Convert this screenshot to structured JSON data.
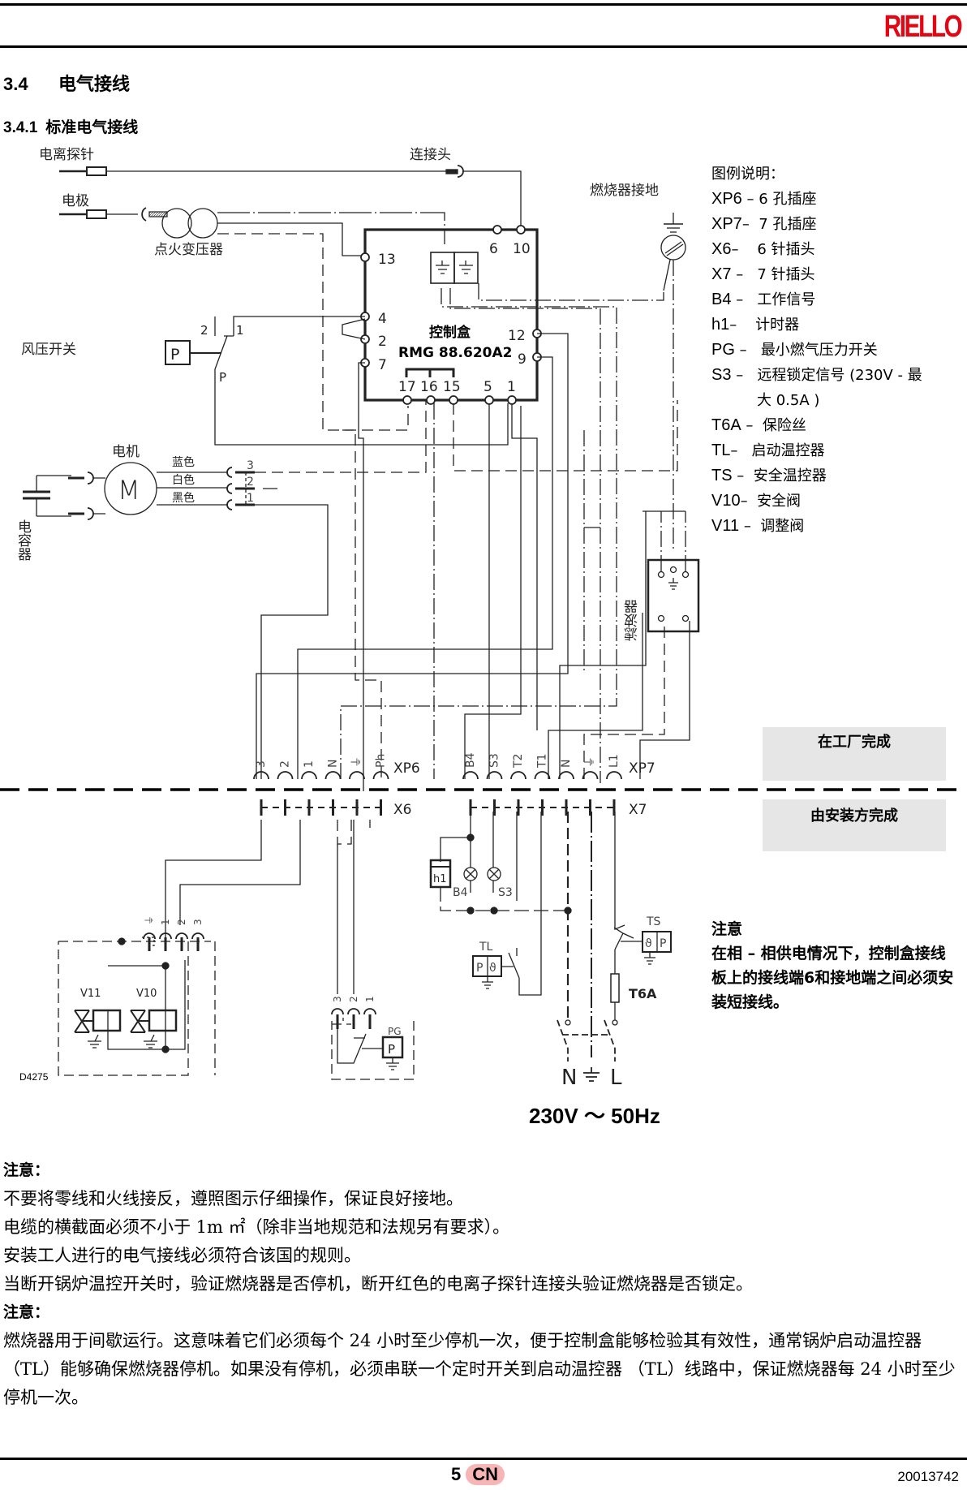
{
  "header": {
    "brand": "RIELLO"
  },
  "section": {
    "number": "3.4",
    "title": "电气接线"
  },
  "subsection": {
    "number": "3.4.1",
    "title": "标准电气接线"
  },
  "diagram": {
    "labels": {
      "ionisation_probe": "电离探针",
      "electrode": "电极",
      "ignition_transformer": "点火变压器",
      "connector": "连接头",
      "burner_earth": "燃烧器接地",
      "air_pressure_switch": "风压开关",
      "motor": "电机",
      "capacitor": "电容器",
      "wire_blue": "蓝色",
      "wire_white": "白色",
      "wire_black": "黑色",
      "control_box": "控制盒",
      "control_box_model": "RMG 88.620A2",
      "filter": "滤波器",
      "pressure_p": "P",
      "switch_2": "2",
      "switch_1": "1",
      "switch_p": "P",
      "motor_m": "M",
      "pin_3": "3",
      "pin_2": "2",
      "pin_1": "1"
    },
    "control_box_terminals": {
      "t13": "13",
      "t4": "4",
      "t2": "2",
      "t7": "7",
      "t6": "6",
      "t10": "10",
      "t12": "12",
      "t9": "9",
      "t17": "17",
      "t16": "16",
      "t15": "15",
      "t5": "5",
      "t1": "1"
    },
    "xp6": {
      "label": "XP6",
      "pins": [
        "3",
        "2",
        "1",
        "N",
        "⏚",
        "Ph"
      ]
    },
    "xp7": {
      "label": "XP7",
      "pins": [
        "B4",
        "S3",
        "T2",
        "T1",
        "N",
        "⏚",
        "L1"
      ]
    },
    "x6": {
      "label": "X6"
    },
    "x7": {
      "label": "X7"
    },
    "valves": {
      "v11": "V11",
      "v10": "V10",
      "pins": [
        "⏚",
        "1",
        "2",
        "3"
      ]
    },
    "pg": {
      "label": "PG",
      "p": "P",
      "pins": [
        "3",
        "2",
        "1"
      ]
    },
    "lamps": {
      "h1": "h1",
      "b4": "B4",
      "s3": "S3"
    },
    "thermostats": {
      "tl": "TL",
      "ts": "TS",
      "p": "P",
      "theta": "ϑ"
    },
    "fuse": "T6A",
    "mains": {
      "n": "N",
      "earth": "⏚",
      "l": "L"
    },
    "supply": "230V ～ 50Hz",
    "drawing_code": "D4275"
  },
  "legend": {
    "title": "图例说明：",
    "items": [
      {
        "code": "XP6",
        "sep": " –",
        "desc": "6 孔插座"
      },
      {
        "code": "XP7",
        "sep": "– ",
        "desc": "7 孔插座"
      },
      {
        "code": "X6",
        "sep": "–   ",
        "desc": "6 针插头"
      },
      {
        "code": "X7",
        "sep": " –  ",
        "desc": "7 针插头"
      },
      {
        "code": "B4",
        "sep": " –  ",
        "desc": "工作信号"
      },
      {
        "code": "h1",
        "sep": "–   ",
        "desc": "计时器"
      },
      {
        "code": "PG",
        "sep": " –  ",
        "desc": "最小燃气压力开关"
      },
      {
        "code": "S3",
        "sep": " –  ",
        "desc": "远程锁定信号 (230V - 最"
      },
      {
        "code": "",
        "sep": "",
        "desc": "大 0.5A )"
      },
      {
        "code": "T6A",
        "sep": " – ",
        "desc": "保险丝"
      },
      {
        "code": "TL",
        "sep": "–  ",
        "desc": "启动温控器"
      },
      {
        "code": "TS",
        "sep": " – ",
        "desc": "安全温控器"
      },
      {
        "code": "V10",
        "sep": "– ",
        "desc": "安全阀"
      },
      {
        "code": "V11",
        "sep": " – ",
        "desc": "调整阀"
      }
    ]
  },
  "zones": {
    "factory": "在工厂完成",
    "installer": "由安装方完成"
  },
  "side_note": {
    "title": "注意",
    "text": "在相 – 相供电情况下，控制盒接线板上的接线端6和接地端之间必须安装短接线。"
  },
  "notes": [
    {
      "type": "heading",
      "text": "注意："
    },
    {
      "type": "para",
      "text": "不要将零线和火线接反，遵照图示仔细操作，保证良好接地。"
    },
    {
      "type": "para",
      "text": "电缆的横截面必须不小于 1m ㎡（除非当地规范和法规另有要求）。"
    },
    {
      "type": "para",
      "text": "安装工人进行的电气接线必须符合该国的规则。"
    },
    {
      "type": "para",
      "text": "当断开锅炉温控开关时，验证燃烧器是否停机，断开红色的电离子探针连接头验证燃烧器是否锁定。"
    },
    {
      "type": "heading",
      "text": "注意："
    },
    {
      "type": "para",
      "text": "燃烧器用于间歇运行。这意味着它们必须每个 24 小时至少停机一次，便于控制盒能够检验其有效性，通常锅炉启动温控器 （TL）能够确保燃烧器停机。如果没有停机，必须串联一个定时开关到启动温控器 （TL）线路中，保证燃烧器每 24 小时至少停机一次。"
    }
  ],
  "footer": {
    "page": "5",
    "lang": "CN",
    "doc_code": "20013742"
  },
  "colors": {
    "brand": "#e30613",
    "badge": "#f7b5b5",
    "zone_bg": "#e6e6e6"
  }
}
